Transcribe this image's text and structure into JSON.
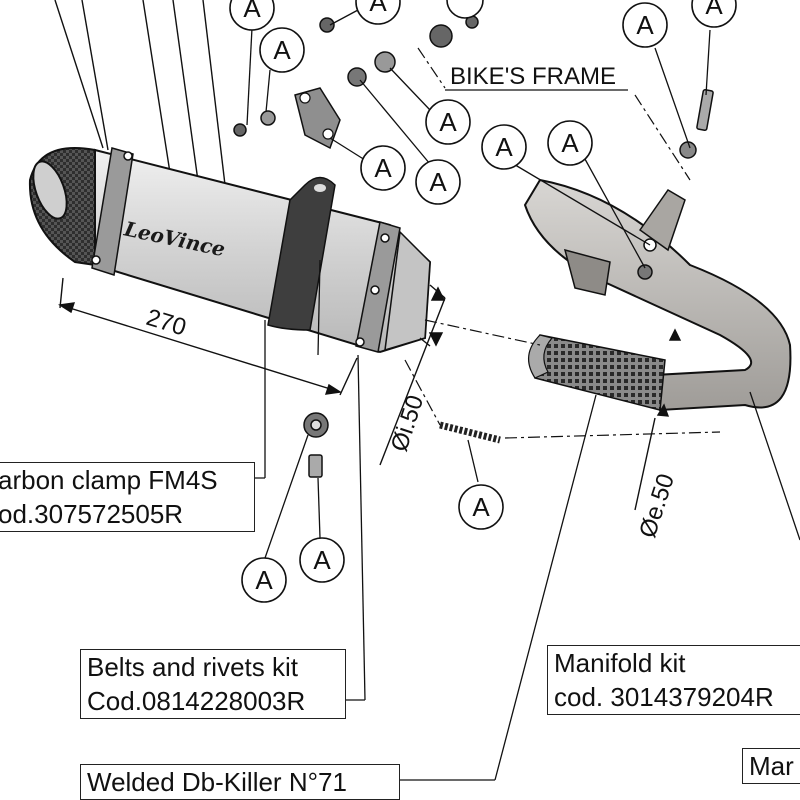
{
  "brand": {
    "logo_text": "LeoVince"
  },
  "labels": {
    "bikes_frame": "BIKE'S FRAME",
    "length_dim": "270",
    "inner_diameter": "Øi.50",
    "outer_diameter": "Øe.50",
    "balloon_letter": "A"
  },
  "callouts": {
    "carbon_clamp": {
      "line1": "arbon clamp FM4S",
      "line2": "od.307572505R"
    },
    "belts_rivets": {
      "line1": "Belts and rivets kit",
      "line2": "Cod.0814228003R"
    },
    "manifold": {
      "line1": "Manifold kit",
      "line2": "cod. 3014379204R"
    },
    "db_killer": {
      "line1": "Welded Db-Killer N°71"
    },
    "partial_box": {
      "line1": "Mar"
    }
  },
  "colors": {
    "silencer_body": "#d6d6d6",
    "carbon": "#3a3a3a",
    "manifold": "#b9b6b2",
    "line": "#111111"
  }
}
